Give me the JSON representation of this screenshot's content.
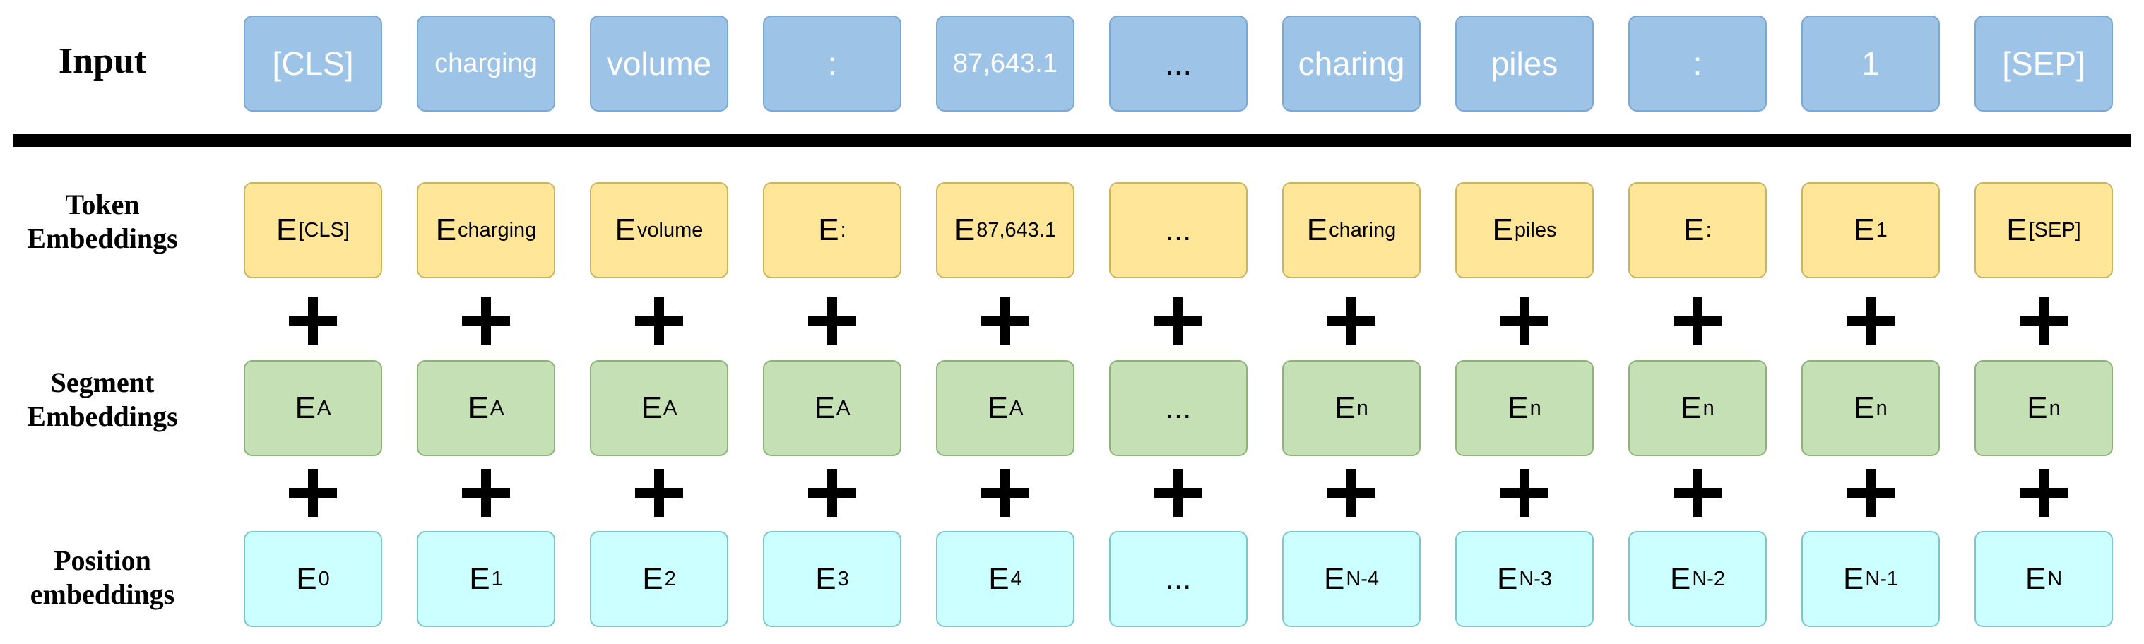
{
  "labels": {
    "input": "Input",
    "token": [
      "Token",
      "Embeddings"
    ],
    "segment": [
      "Segment",
      "Embeddings"
    ],
    "position": [
      "Position",
      "embeddings"
    ]
  },
  "inputs": [
    "[CLS]",
    "charging",
    "volume",
    ":",
    "87,643.1",
    "...",
    "charing",
    "piles",
    ":",
    "1",
    "[SEP]"
  ],
  "token_embeddings": [
    {
      "base": "E",
      "sub": "[CLS]"
    },
    {
      "base": "E",
      "sub": "charging"
    },
    {
      "base": "E",
      "sub": "volume"
    },
    {
      "base": "E",
      "sub": ":"
    },
    {
      "base": "E",
      "sub": "87,643.1"
    },
    {
      "base": "...",
      "sub": ""
    },
    {
      "base": "E",
      "sub": "charing"
    },
    {
      "base": "E",
      "sub": "piles"
    },
    {
      "base": "E",
      "sub": ":"
    },
    {
      "base": "E",
      "sub": "1"
    },
    {
      "base": "E",
      "sub": "[SEP]"
    }
  ],
  "segment_embeddings": [
    {
      "base": "E",
      "sub": "A"
    },
    {
      "base": "E",
      "sub": "A"
    },
    {
      "base": "E",
      "sub": "A"
    },
    {
      "base": "E",
      "sub": "A"
    },
    {
      "base": "E",
      "sub": "A"
    },
    {
      "base": "...",
      "sub": ""
    },
    {
      "base": "E",
      "sub": "n"
    },
    {
      "base": "E",
      "sub": "n"
    },
    {
      "base": "E",
      "sub": "n"
    },
    {
      "base": "E",
      "sub": "n"
    },
    {
      "base": "E",
      "sub": "n"
    }
  ],
  "position_embeddings": [
    {
      "base": "E",
      "sub": "0"
    },
    {
      "base": "E",
      "sub": "1"
    },
    {
      "base": "E",
      "sub": "2"
    },
    {
      "base": "E",
      "sub": "3"
    },
    {
      "base": "E",
      "sub": "4"
    },
    {
      "base": "...",
      "sub": ""
    },
    {
      "base": "E",
      "sub": "N-4"
    },
    {
      "base": "E",
      "sub": "N-3"
    },
    {
      "base": "E",
      "sub": "N-2"
    },
    {
      "base": "E",
      "sub": "N-1"
    },
    {
      "base": "E",
      "sub": "N"
    }
  ],
  "colors": {
    "input": "#9dc3e6",
    "token": "#ffe699",
    "segment": "#c5e0b4",
    "position": "#ccffff"
  }
}
